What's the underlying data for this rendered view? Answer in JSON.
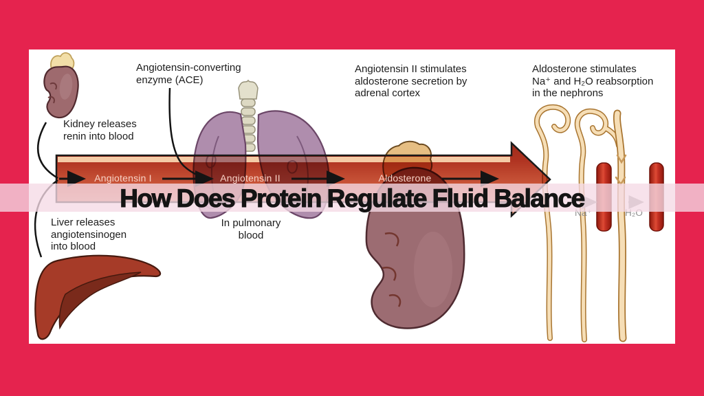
{
  "banner": {
    "title": "How Does Protein Regulate Fluid Balance"
  },
  "annotations": {
    "kidney_releases": "Kidney releases\nrenin into blood",
    "ace": "Angiotensin-converting\nenzyme (ACE)",
    "angiotensin2_stimulates": "Angiotensin II stimulates\naldosterone secretion by\nadrenal cortex",
    "aldosterone_stimulates": "Aldosterone stimulates\nNa⁺ and H₂O reabsorption\nin the nephrons",
    "liver_releases": "Liver releases\nangiotensinogen\ninto blood",
    "pulmonary": "In pulmonary\nblood"
  },
  "pathway": {
    "steps": [
      "Angiotensin I",
      "Angiotensin II",
      "Aldosterone"
    ]
  },
  "nephron": {
    "na": "Na⁺",
    "h2o": "H₂O"
  },
  "icons": {
    "kidney": "kidney-icon",
    "adrenal": "adrenal-gland-icon",
    "lungs": "lungs-icon",
    "trachea": "trachea-icon",
    "large_kidney": "large-kidney-icon",
    "liver": "liver-icon",
    "nephron": "nephron-icon",
    "vessels": "blood-vessel-icon"
  },
  "colors": {
    "background": "#E5234E",
    "panel": "#FFFFFF",
    "band_dark": "#9C2C1C",
    "band_light": "#E09B80",
    "band_stripe": "#F4CBA6",
    "step_label": "#F8D2C6",
    "banner_overlay": "#F5DAE6",
    "lungs": "#AF8DAD",
    "kidney": "#9E6A6E",
    "liver": "#A63B28",
    "adrenal": "#E6BE83",
    "nephron_tubule": "#F6DEB6",
    "blood_vessel": "#DE4B35",
    "chem_label": "#8F8F8F"
  }
}
